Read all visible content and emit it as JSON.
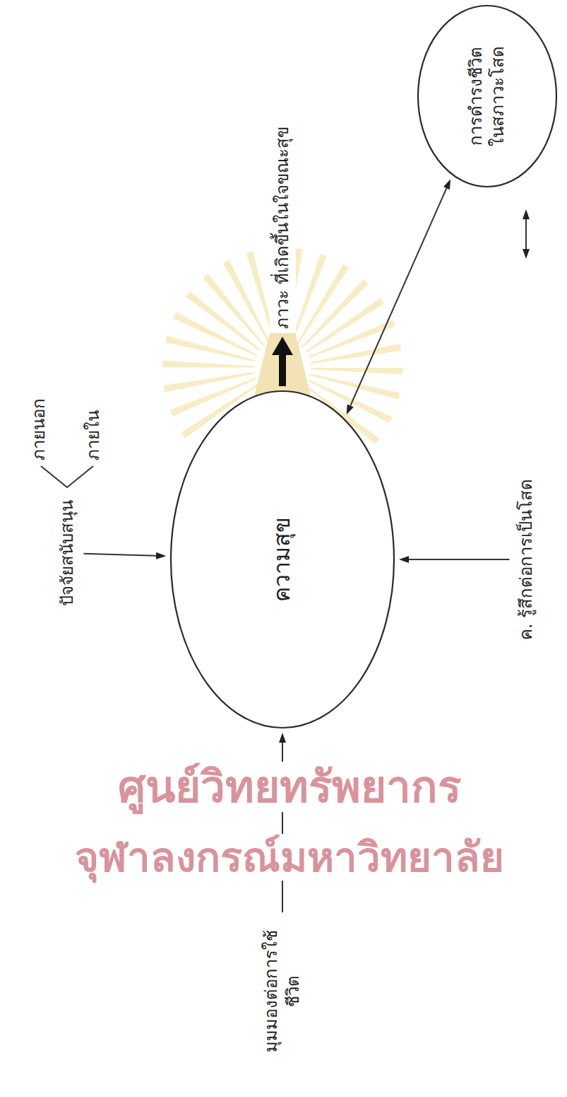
{
  "diagram": {
    "nodes": [
      {
        "text": [
          "ปัจจัยสนับสนุน"
        ]
      },
      {
        "text": [
          "มุมมองต่อการใช้ชีวิต"
        ]
      },
      {
        "text": [
          "ความสุข"
        ]
      },
      {
        "text": [
          "ภาวะ ที่เกิดขึ้นในใจขณะสุข"
        ]
      },
      {
        "text": [
          "การดำรงชีวิต ในสภาวะโสด"
        ]
      },
      {
        "text": [
          "ค. รู้สึกต่อการเป็นโสด"
        ]
      }
    ],
    "edges": [
      {
        "from": 0,
        "to": 2,
        "arrow": "to"
      },
      {
        "from": 1,
        "to": 2,
        "arrow": "to"
      },
      {
        "from": 5,
        "to": 2,
        "arrow": "to"
      },
      {
        "from": 2,
        "to": 3,
        "arrow": "to"
      },
      {
        "from": 2,
        "to": 4,
        "arrow": "both"
      }
    ],
    "labels": [
      "ภายนอก",
      "ภายใน",
      "ศูนย์วิทยทรัพยากร",
      "จุฬาลงกรณ์มหาวิทยาลัย"
    ]
  }
}
